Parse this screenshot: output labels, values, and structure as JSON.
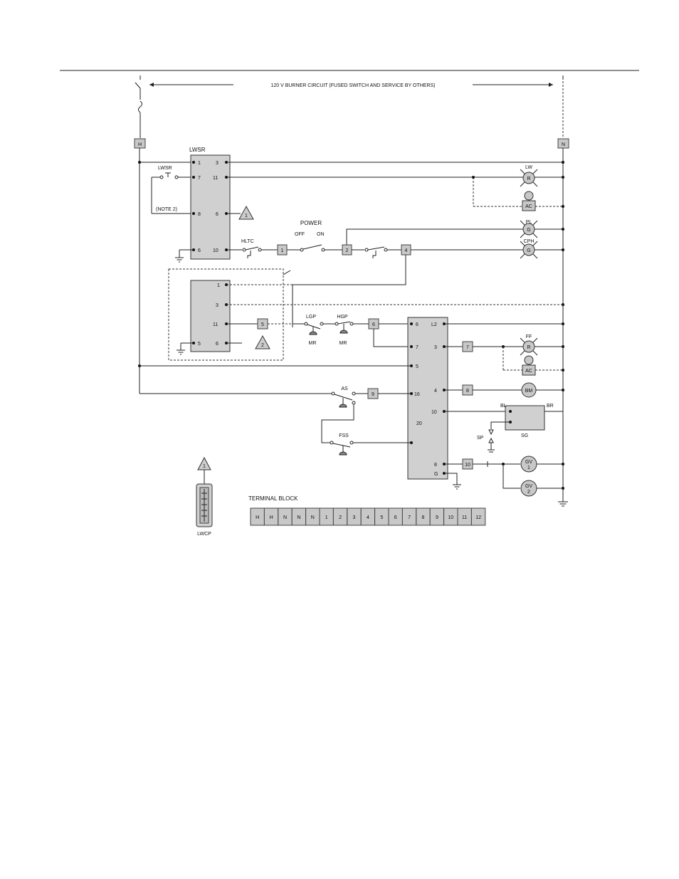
{
  "header_circuit": "120 V BURNER CIRCUIT (FUSED SWITCH AND SERVICE BY OTHERS)",
  "bus": {
    "hot": "H",
    "neutral": "N"
  },
  "lwsr": {
    "title": "LWSR",
    "left_terminals": [
      "1",
      "7",
      "8",
      "6"
    ],
    "right_terminals": [
      "3",
      "11",
      "6",
      "10"
    ]
  },
  "lwsr_switch": "LWSR",
  "note": "(NOTE 2)",
  "notes": [
    "1",
    "2",
    "1"
  ],
  "hltc": "HLTC",
  "power_switch": {
    "label": "POWER",
    "off": "OFF",
    "on": "ON"
  },
  "relay2": {
    "right_terminals": [
      "1",
      "3",
      "11",
      "6"
    ],
    "left_terminals": [
      "5"
    ]
  },
  "pressure_switches": {
    "lgp": "LGP",
    "hgp": "HGP",
    "mr1": "MR",
    "mr2": "MR"
  },
  "control": {
    "model": "20",
    "left_terminals": [
      "6",
      "7",
      "5",
      "16"
    ],
    "right_terminals": [
      "L2",
      "3",
      "4",
      "10",
      "8",
      "G"
    ]
  },
  "aux_switches": {
    "as": "AS",
    "fss": "FSS"
  },
  "spark": {
    "sg": "SG",
    "bl": "BL",
    "br": "BR",
    "sp": "SP"
  },
  "wire_numbers": [
    "1",
    "2",
    "4",
    "5",
    "6",
    "7",
    "8",
    "9",
    "10"
  ],
  "lamps": {
    "lw": "LW",
    "lw_r": "R",
    "ac1": "AC",
    "pl": "PL",
    "pl_g": "G",
    "cph": "CPH",
    "cph_g": "G",
    "ff": "FF",
    "ff_r": "R",
    "ac2": "AC",
    "bm": "BM",
    "gv1": "GV",
    "gv1_n": "1",
    "gv2": "GV",
    "gv2_n": "2"
  },
  "lwcp": "LWCP",
  "terminal_block": {
    "title": "TERMINAL BLOCK",
    "cells": [
      "H",
      "H",
      "N",
      "N",
      "N",
      "1",
      "2",
      "3",
      "4",
      "5",
      "6",
      "7",
      "8",
      "9",
      "10",
      "11",
      "12"
    ]
  }
}
